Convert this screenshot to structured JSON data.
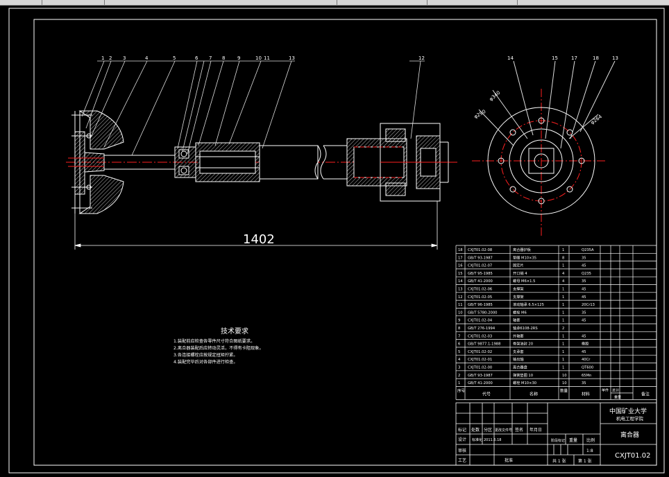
{
  "drawing": {
    "overall_dimension": "1402",
    "front_view_part_numbers": [
      "1",
      "2",
      "3",
      "4",
      "5",
      "6",
      "7",
      "8",
      "9",
      "10",
      "11",
      "12",
      "13"
    ],
    "side_view_part_numbers": [
      "14",
      "15",
      "17",
      "18",
      "13"
    ],
    "side_view_dimensions": [
      "φ340",
      "φ290",
      "φ264"
    ],
    "technical_requirements": {
      "title": "技术要求",
      "lines": [
        "1.装配前应检查各零件尺寸符合图纸要求。",
        "2.离合器装配后应转动灵活，不得有卡阻现象。",
        "3.各连接螺栓应按规定扭矩拧紧。",
        "4.装配完毕后对各部件进行检查。"
      ]
    }
  },
  "bom": {
    "header": {
      "seq": "序号",
      "code": "代号",
      "name": "名称",
      "qty": "数量",
      "material": "材料",
      "unit_weight": "单件",
      "total_weight": "总计",
      "weight": "重量",
      "remark": "备注"
    },
    "rows": [
      {
        "seq": "18",
        "code": "CXJT01.02-08",
        "name": "离合器护板",
        "qty": "1",
        "material": "Q235A"
      },
      {
        "seq": "17",
        "code": "GB/T 93-1987",
        "name": "垫圈 M10×35",
        "qty": "8",
        "material": "35"
      },
      {
        "seq": "16",
        "code": "CXJT01.02-07",
        "name": "固定片",
        "qty": "1",
        "material": "45"
      },
      {
        "seq": "15",
        "code": "GB/T 95-1985",
        "name": "开口销 4",
        "qty": "4",
        "material": "Q235"
      },
      {
        "seq": "14",
        "code": "GB/T 41-2000",
        "name": "螺母 M6×1.5",
        "qty": "4",
        "material": "35"
      },
      {
        "seq": "13",
        "code": "CXJT01.02-06",
        "name": "支撑架",
        "qty": "1",
        "material": "45"
      },
      {
        "seq": "12",
        "code": "CXJT01.02-05",
        "name": "支撑架",
        "qty": "1",
        "material": "45"
      },
      {
        "seq": "11",
        "code": "GB/T 96-1985",
        "name": "滚动轴承 6.5×125",
        "qty": "1",
        "material": "20Cr13"
      },
      {
        "seq": "10",
        "code": "GB/T 5780-2000",
        "name": "螺栓 M6",
        "qty": "1",
        "material": "35"
      },
      {
        "seq": "9",
        "code": "CXJT01.02-04",
        "name": "轴套",
        "qty": "1",
        "material": "45"
      },
      {
        "seq": "8",
        "code": "GB/T 276-1994",
        "name": "轴承6108-2RS",
        "qty": "2",
        "material": ""
      },
      {
        "seq": "7",
        "code": "CXJT01.02-03",
        "name": "外轴套",
        "qty": "1",
        "material": "45"
      },
      {
        "seq": "6",
        "code": "GB/T 9877.1-1988",
        "name": "骨架油封 20",
        "qty": "1",
        "material": "橡胶"
      },
      {
        "seq": "5",
        "code": "CXJT01.02-02",
        "name": "支承套",
        "qty": "1",
        "material": "45"
      },
      {
        "seq": "4",
        "code": "CXJT01.02-01",
        "name": "输出轴",
        "qty": "1",
        "material": "40Cr"
      },
      {
        "seq": "3",
        "code": "CXJT01.02-00",
        "name": "离合器盘",
        "qty": "1",
        "material": "QT600"
      },
      {
        "seq": "2",
        "code": "GB/T 93-1987",
        "name": "弹簧垫圈 10",
        "qty": "10",
        "material": "65Mn"
      },
      {
        "seq": "1",
        "code": "GB/T 41-2000",
        "name": "螺栓 M10×30",
        "qty": "10",
        "material": "35"
      }
    ]
  },
  "title_block": {
    "school": "中国矿业大学",
    "college": "机电工程学院",
    "drawing_name": "离合器",
    "drawing_number": "CXJT01.02",
    "scale": "1:8",
    "sheets": "共 1 张",
    "sheet_no": "第 1 张",
    "labels": {
      "mark": "标记",
      "count": "处数",
      "zone": "分区",
      "change_doc": "更改文件号",
      "signature": "签名",
      "date": "年月日",
      "design": "设计",
      "standardize": "标准化",
      "stage_mark": "阶段标记",
      "weight": "重量",
      "scale": "比例",
      "review": "审核",
      "process": "工艺",
      "approve": "批准"
    },
    "designer_date": "2011.6.18"
  },
  "colors": {
    "background": "#000000",
    "line": "#ffffff",
    "centerline": "#ff2020",
    "hatch": "#c8c8c8",
    "leader": "#e0e0e0"
  }
}
